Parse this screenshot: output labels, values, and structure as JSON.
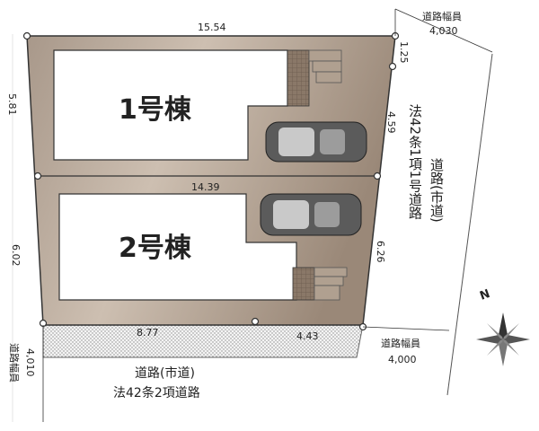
{
  "buildings": [
    {
      "label": "1号棟"
    },
    {
      "label": "2号棟"
    }
  ],
  "dimensions": {
    "top_width": "15.54",
    "left_upper": "5.81",
    "left_lower": "6.02",
    "divider": "14.39",
    "right_top": "1.25",
    "right_mid": "4.59",
    "right_lower": "6.26",
    "bottom_left": "8.77",
    "bottom_right": "4.43"
  },
  "roads": {
    "east_width_label": "道路幅員",
    "east_width_value": "4,030",
    "east_road_col1": "法42条1項1号道路",
    "east_road_col2": "道路(市道)",
    "south_width_label": "道路幅員",
    "south_width_value": "4,000",
    "west_width_label": "道路幅員",
    "west_width_value": "4,010",
    "south_road_line1": "道路(市道)",
    "south_road_line2": "法42条2項道路"
  },
  "compass": {
    "north_label": "N"
  },
  "colors": {
    "lot_fill": "#9c8a7a",
    "lot_highlight": "#c9bcae",
    "road_hatch": "#bdbdbd",
    "building_fill": "#ffffff",
    "outline": "#333333"
  }
}
